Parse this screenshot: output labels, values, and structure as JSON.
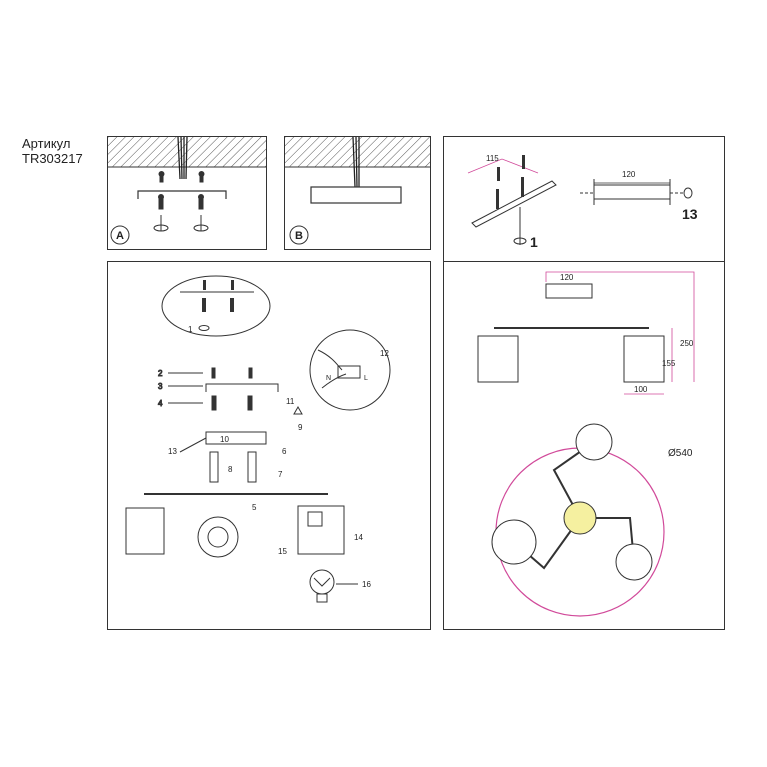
{
  "article": {
    "label": "Артикул",
    "code": "TR303217"
  },
  "panel_a": {
    "badge": "A"
  },
  "panel_b": {
    "badge": "B"
  },
  "panel_mount": {
    "dim_115": "115",
    "dim_120": "120",
    "label_1": "1",
    "label_13": "13"
  },
  "panel_assembly": {
    "labels": [
      "1",
      "2",
      "3",
      "4",
      "5",
      "6",
      "7",
      "8",
      "9",
      "10",
      "11",
      "12",
      "13",
      "14",
      "15",
      "16"
    ],
    "wire_n": "N",
    "wire_l": "L"
  },
  "panel_dimensions": {
    "dim_120": "120",
    "dim_250": "250",
    "dim_155": "155",
    "dim_100": "100",
    "diameter": "Ø540"
  },
  "colors": {
    "line": "#333333",
    "dimension": "#d14a9a",
    "highlight": "#f5f0a0"
  }
}
